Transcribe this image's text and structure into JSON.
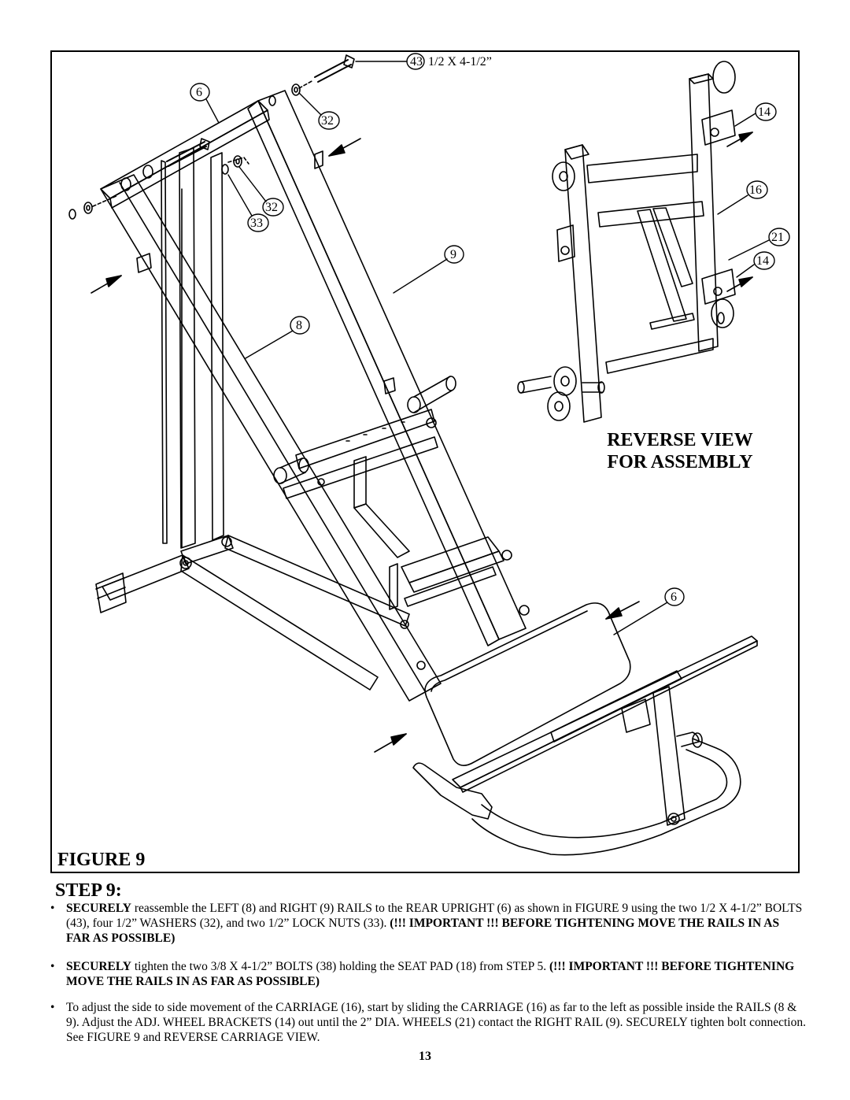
{
  "callouts": {
    "bolt_43": "43",
    "bolt_43_spec": "1/2  X  4-1/2”",
    "upright_6_top": "6",
    "washer_32_top": "32",
    "washer_32_mid": "32",
    "nut_33": "33",
    "rail_9": "9",
    "rail_8": "8",
    "upright_6_bottom": "6",
    "bracket_14_top": "14",
    "carriage_16": "16",
    "wheel_21": "21",
    "bracket_14_bottom": "14"
  },
  "reverse_view": {
    "line1": "REVERSE VIEW",
    "line2": "FOR ASSEMBLY"
  },
  "figure_label": "FIGURE 9",
  "step_label": "STEP 9:",
  "instructions": [
    {
      "bold_lead": "SECURELY",
      "text": " reassemble the LEFT (8) and RIGHT (9) RAILS to the REAR UPRIGHT (6) as shown in FIGURE 9 using the two 1/2 X 4-1/2” BOLTS (43), four 1/2” WASHERS (32), and two 1/2” LOCK NUTS (33). ",
      "bold_tail": "(!!! IMPORTANT !!!  BEFORE TIGHTENING MOVE THE RAILS IN AS FAR AS POSSIBLE)"
    },
    {
      "bold_lead": "SECURELY",
      "text": " tighten the two 3/8 X 4-1/2” BOLTS (38) holding the SEAT PAD (18) from STEP 5.  ",
      "bold_tail": "(!!! IMPORTANT !!!  BEFORE TIGHTENING MOVE THE RAILS IN AS FAR AS POSSIBLE)"
    },
    {
      "bold_lead": "",
      "text": "To adjust the side to side movement of the CARRIAGE (16), start by sliding the CARRIAGE (16) as far to the left as possible inside the RAILS (8 & 9).  Adjust the ADJ. WHEEL BRACKETS (14)  out until the 2” DIA. WHEELS (21) contact the RIGHT RAIL (9).  SECURELY tighten bolt connection. See FIGURE 9 and REVERSE CARRIAGE VIEW.",
      "bold_tail": ""
    }
  ],
  "page_number": "13"
}
